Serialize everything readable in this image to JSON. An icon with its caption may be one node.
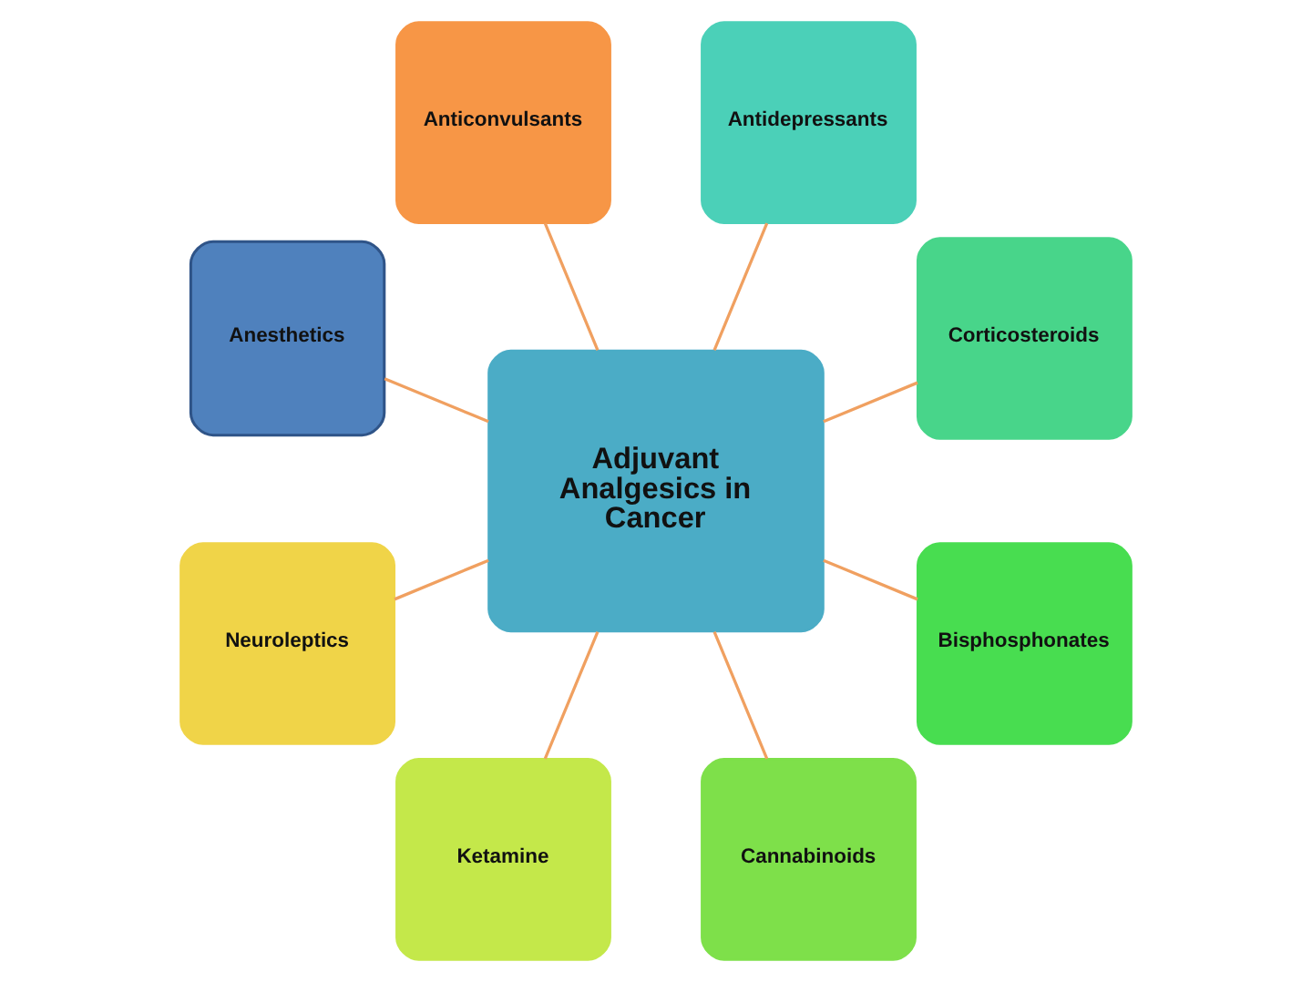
{
  "diagram": {
    "nodes": [
      {
        "text": [
          "Adjuvant Analgesics in Cancer"
        ]
      },
      {
        "text": [
          "Anesthetics"
        ]
      },
      {
        "text": [
          "Anticonvulsants"
        ]
      },
      {
        "text": [
          "Antidepressants"
        ]
      },
      {
        "text": [
          "Corticosteroids"
        ]
      },
      {
        "text": [
          "Bisphosphonates"
        ]
      },
      {
        "text": [
          "Cannabinoids"
        ]
      },
      {
        "text": [
          "Ketamine"
        ]
      },
      {
        "text": [
          "Neuroleptics"
        ]
      }
    ],
    "edges": [
      {
        "from": 0,
        "to": 1,
        "arrow": "none"
      },
      {
        "from": 0,
        "to": 2,
        "arrow": "none"
      },
      {
        "from": 0,
        "to": 3,
        "arrow": "none"
      },
      {
        "from": 0,
        "to": 4,
        "arrow": "none"
      },
      {
        "from": 0,
        "to": 5,
        "arrow": "none"
      },
      {
        "from": 0,
        "to": 6,
        "arrow": "none"
      },
      {
        "from": 0,
        "to": 7,
        "arrow": "none"
      },
      {
        "from": 0,
        "to": 8,
        "arrow": "none"
      }
    ]
  }
}
